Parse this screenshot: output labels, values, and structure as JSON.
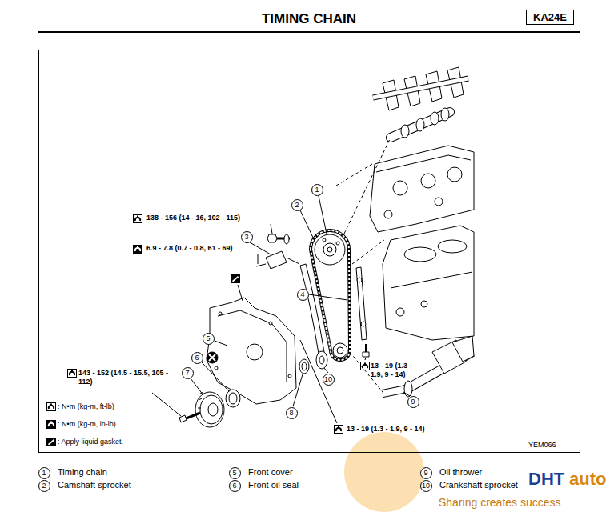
{
  "diagram": {
    "title": "TIMING CHAIN",
    "nodes": [
      {
        "text": [
          "KA24E"
        ]
      }
    ],
    "labels": [
      "138 - 156 (14 - 16, 102 - 115)",
      "6.9 - 7.8 (0.7 - 0.8, 61 - 69)",
      "1",
      "2",
      "3",
      "4",
      "5",
      "6",
      "7",
      "143 - 152 (14.5 - 15.5, 105 - 112)",
      "10",
      "13 - 19 (1.3 - 1.9, 9 - 14)",
      "8",
      "9",
      "13 - 19 (1.3 - 1.9, 9 - 14)",
      "YEM066",
      "1",
      "Timing chain",
      "2",
      "Camshaft sprocket",
      "5",
      "Front cover",
      "6",
      "Front oil seal",
      "9",
      "Oil thrower",
      "10",
      "Crankshaft sprocket",
      "DHT",
      "auto",
      "Sharing creates success"
    ],
    "legend": [
      {
        "text": ": N•m (kg-m, ft-lb)"
      },
      {
        "text": ": N•m (kg-m, in-lb)"
      },
      {
        "text": ": Apply liquid gasket."
      }
    ]
  }
}
